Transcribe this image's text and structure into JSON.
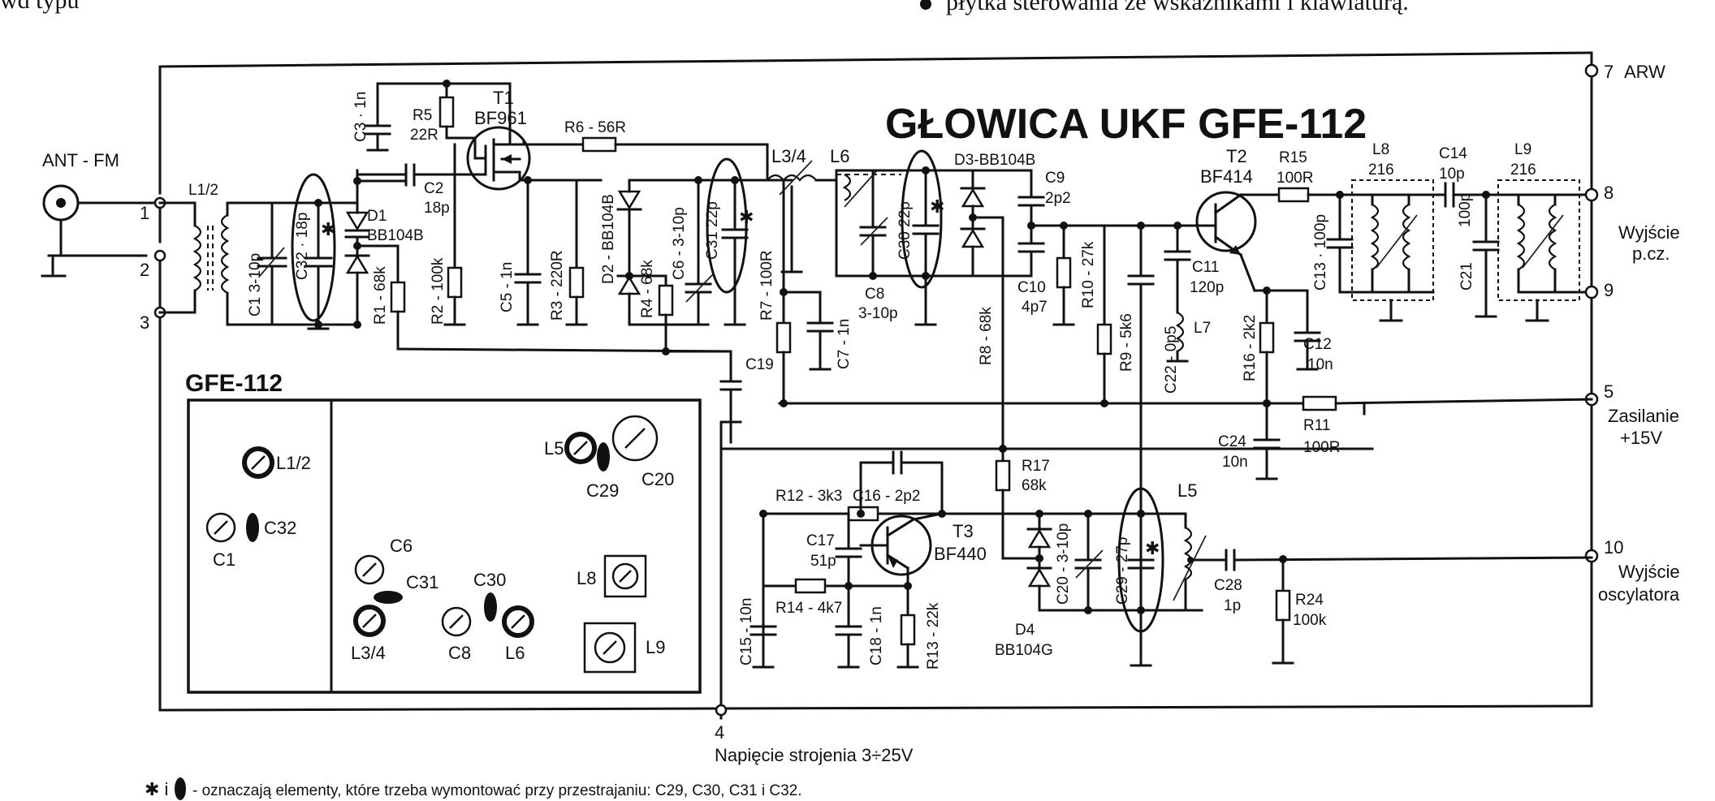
{
  "header_text": {
    "left_fragment": "wd typu",
    "right_fragment": "płytka sterowania ze wskaźnikami i klawiaturą."
  },
  "title": "GŁOWICA UKF GFE-112",
  "antenna": {
    "label": "ANT - FM"
  },
  "pins": {
    "p1": "1",
    "p2": "2",
    "p3": "3",
    "p4": "4",
    "p5": "5",
    "p7": "7",
    "p8": "8",
    "p9": "9",
    "p10": "10"
  },
  "terminals": {
    "t7": "ARW",
    "t8_9": [
      "Wyjście",
      "p.cz."
    ],
    "t5": [
      "Zasilanie",
      "+15V"
    ],
    "t10": [
      "Wyjście",
      "oscylatora"
    ],
    "t4": "Napięcie strojenia 3÷25V"
  },
  "components": {
    "L12": "L1/2",
    "C1": "C1  3-10p",
    "C32": "C32 · 18p",
    "D1": [
      "D1",
      "BB104B"
    ],
    "C2": [
      "C2",
      "18p"
    ],
    "R1": "R1 - 68k",
    "C3": "C3 · 1n",
    "R5": [
      "R5",
      "22R"
    ],
    "T1": [
      "T1",
      "BF961"
    ],
    "R2": "R2 - 100k",
    "C5": "C5 - 1n",
    "R3": "R3 - 220R",
    "R6": "R6 - 56R",
    "D2": "D2 - BB104B",
    "R4": "R4 - 68k",
    "C6": "C6 - 3-10p",
    "C31": "C31  22p",
    "L34": "L3/4",
    "L6": "L6",
    "R7": "R7 - 100R",
    "C7": "C7 - 1n",
    "C19": "C19",
    "C8": [
      "C8",
      "3-10p"
    ],
    "C30": "C30  22p",
    "D3": "D3-BB104B",
    "C9": [
      "C9",
      "2p2"
    ],
    "C10": [
      "C10",
      "4p7"
    ],
    "R8": "R8 - 68k",
    "R10": "R10 - 27k",
    "R9": "R9 - 5k6",
    "C22": "C22 - 0p5",
    "C11": [
      "C11",
      "120p"
    ],
    "L7": "L7",
    "T2": [
      "T2",
      "BF414"
    ],
    "R15": [
      "R15",
      "100R"
    ],
    "R16": "R16 - 2k2",
    "C12": [
      "C12",
      "10n"
    ],
    "C13": "C13 · 100p",
    "L8": [
      "L8",
      "216"
    ],
    "C14": [
      "C14",
      "10p"
    ],
    "C21": "C21",
    "C21v": "100p",
    "L9": [
      "L9",
      "216"
    ],
    "R11": [
      "R11",
      "100R"
    ],
    "C24": [
      "C24",
      "10n"
    ],
    "R17": [
      "R17",
      "68k"
    ],
    "C16": "C16 - 2p2",
    "R12": "R12 - 3k3",
    "C17": [
      "C17",
      "51p"
    ],
    "T3": [
      "T3",
      "BF440"
    ],
    "R14": "R14 - 4k7",
    "C15": "C15 - 10n",
    "C18": "C18 - 1n",
    "R13": "R13 - 22k",
    "D4": [
      "D4",
      "BB104G"
    ],
    "C20": "C20 - 3-10p",
    "C29": "C29 - 27p",
    "L5": "L5",
    "C28": [
      "C28",
      "1p"
    ],
    "R24": [
      "R24",
      "100k"
    ]
  },
  "layout_box": {
    "title": "GFE-112",
    "labels": {
      "L12": "L1/2",
      "C32": "C32",
      "C1": "C1",
      "L5": "L5",
      "C29": "C29",
      "C20": "C20",
      "C6": "C6",
      "C31": "C31",
      "C30": "C30",
      "L34": "L3/4",
      "C8": "C8",
      "L6": "L6",
      "L8": "L8",
      "L9": "L9"
    }
  },
  "footnote": "- oznaczają elementy, które trzeba wymontować przy przestrajaniu: C29, C30, C31 i C32.",
  "footnote_prefix": "✱ i"
}
